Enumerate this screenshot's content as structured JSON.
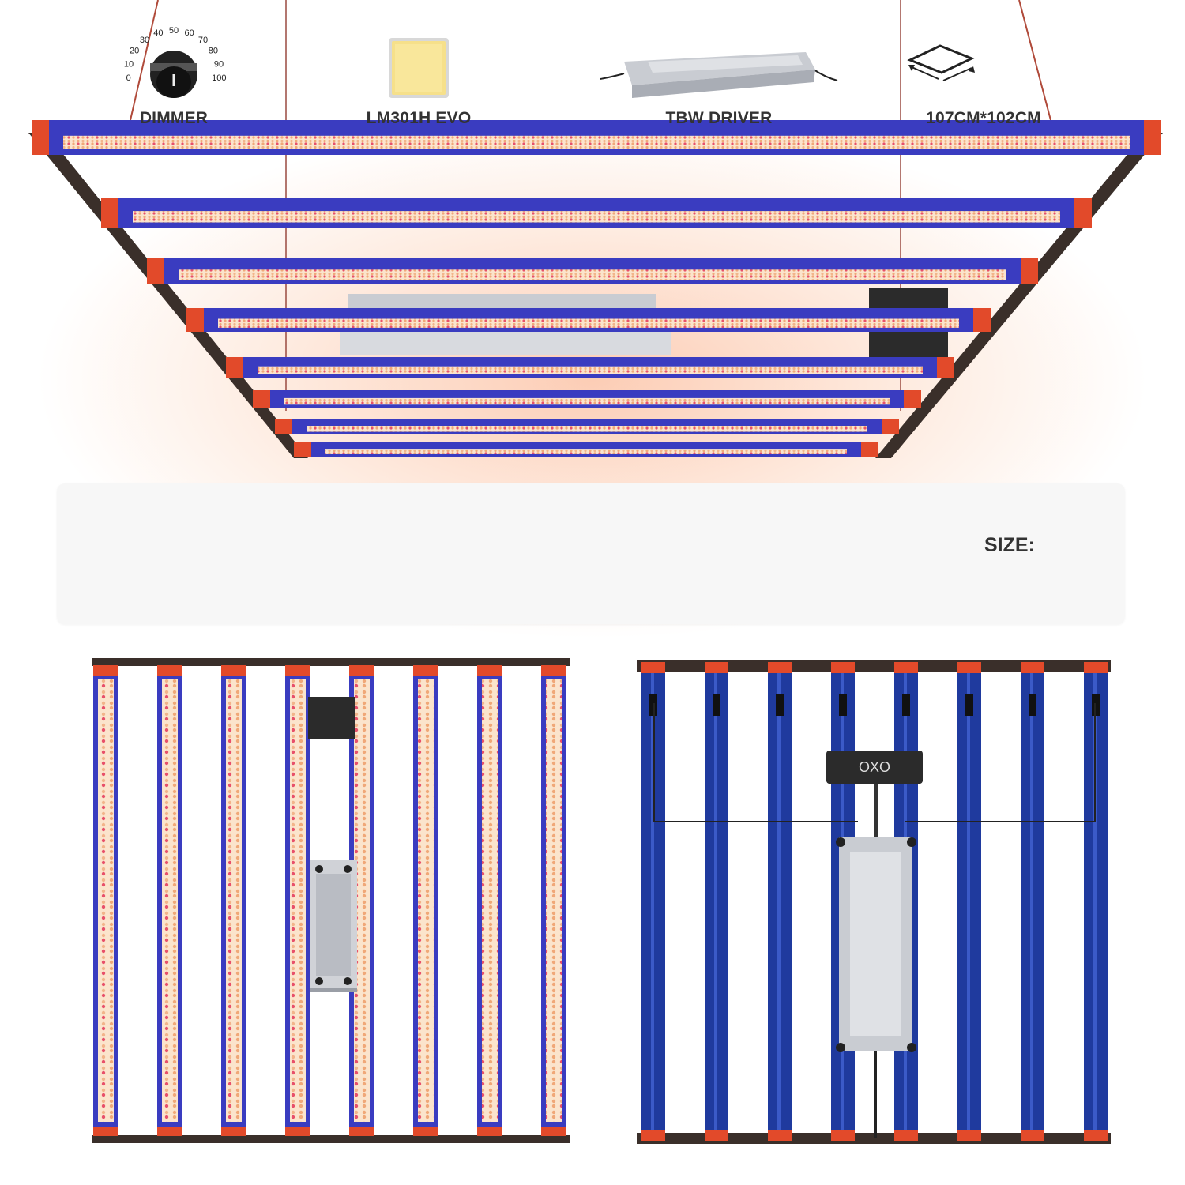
{
  "features": [
    {
      "id": "dimmer",
      "label": "DIMMER",
      "icon": "dimmer-knob-icon",
      "scale": [
        "0",
        "10",
        "20",
        "30",
        "40",
        "50",
        "60",
        "70",
        "80",
        "90",
        "100"
      ]
    },
    {
      "id": "led",
      "label": "LM301H EVO",
      "icon": "led-chip-icon"
    },
    {
      "id": "driver",
      "label": "TBW DRIVER",
      "icon": "driver-box-icon"
    },
    {
      "id": "size",
      "label": "107CM*102CM",
      "heading": "SIZE:",
      "icon": "dimension-square-icon"
    }
  ],
  "driver_brand": "OXO",
  "colors": {
    "bar_blue": "#3a3cc0",
    "bar_back_blue": "#1f3a9e",
    "end_cap_red": "#e24a2a",
    "frame_dark": "#3a2f2a",
    "led_warm": "#f6c79a",
    "led_red": "#e8506a",
    "driver_silver": "#c9ccd2"
  }
}
